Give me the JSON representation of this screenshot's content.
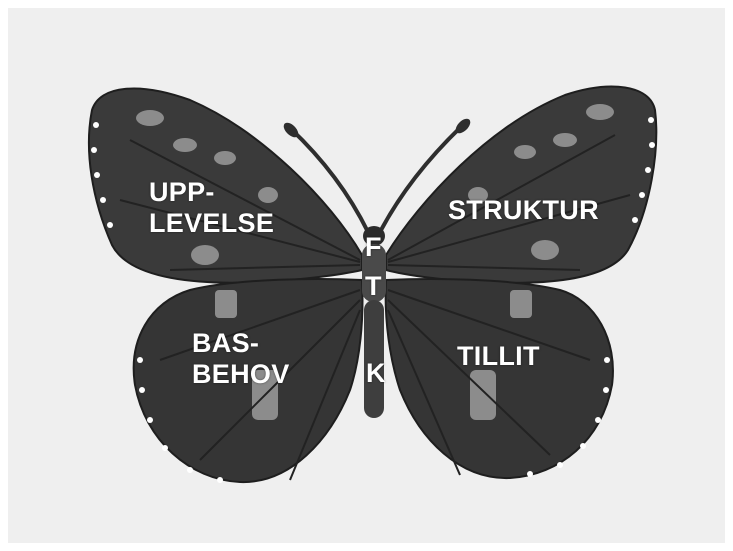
{
  "labels": {
    "upper_left_line1": "UPP-",
    "upper_left_line2": "LEVELSE",
    "upper_right": "STRUKTUR",
    "lower_left_line1": "BAS-",
    "lower_left_line2": "BEHOV",
    "lower_right": "TILLIT",
    "body_f": "F",
    "body_t": "T",
    "body_k": "K"
  },
  "colors": {
    "background": "#efefef",
    "wing": "#3a3a3a",
    "wing_dark": "#222222",
    "spots": "#8c8c8c",
    "text": "#ffffff"
  }
}
